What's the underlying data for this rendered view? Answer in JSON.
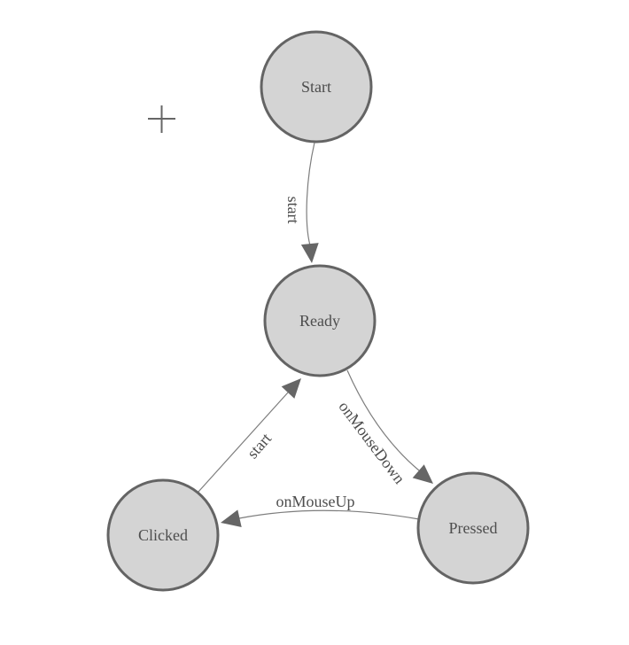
{
  "diagram": {
    "type": "state-machine",
    "nodes": {
      "start": {
        "label": "Start"
      },
      "ready": {
        "label": "Ready"
      },
      "clicked": {
        "label": "Clicked"
      },
      "pressed": {
        "label": "Pressed"
      }
    },
    "edges": {
      "start_to_ready": {
        "from": "Start",
        "to": "Ready",
        "label": "start"
      },
      "ready_to_pressed": {
        "from": "Ready",
        "to": "Pressed",
        "label": "onMouseDown"
      },
      "pressed_to_clicked": {
        "from": "Pressed",
        "to": "Clicked",
        "label": "onMouseUp"
      },
      "clicked_to_ready": {
        "from": "Clicked",
        "to": "Ready",
        "label": "start"
      }
    },
    "cursor": {
      "shape": "crosshair"
    },
    "colors": {
      "node_fill": "#d4d4d4",
      "node_stroke": "#646464",
      "edge_stroke": "#7d7d7d",
      "arrow_fill": "#666666",
      "label_color": "#4d4d4d",
      "background": "#ffffff"
    }
  }
}
